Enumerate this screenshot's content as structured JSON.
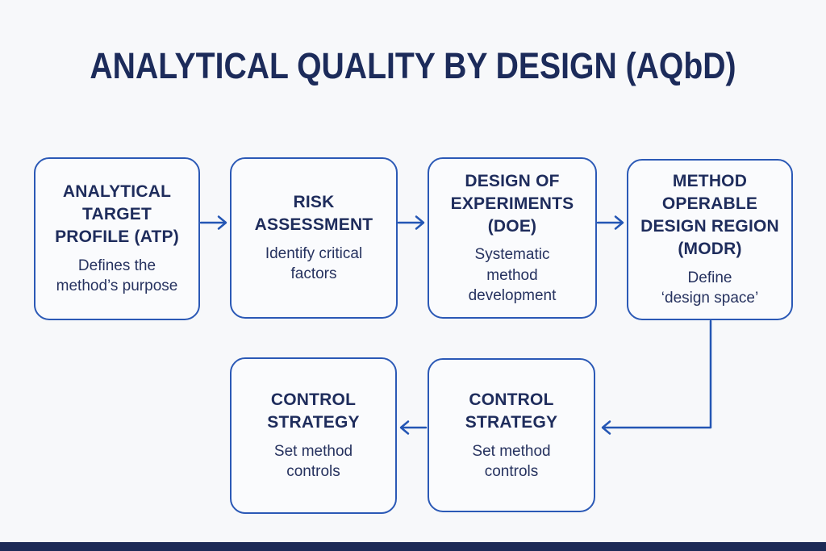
{
  "title": "ANALYTICAL QUALITY BY DESIGN (AQbD)",
  "colors": {
    "background": "#f7f8fa",
    "box_border": "#2b59b6",
    "arrow": "#2456b4",
    "heading_text": "#1e2c5c",
    "body_text": "#26325f",
    "title_text": "#1c2b5a",
    "footer_bar": "#1d2a56"
  },
  "boxes": [
    {
      "id": "atp",
      "heading_lines": [
        "ANALYTICAL",
        "TARGET",
        "PROFILE (ATP)"
      ],
      "description_lines": [
        "Defines the",
        "method’s purpose"
      ]
    },
    {
      "id": "risk-assessment",
      "heading_lines": [
        "RISK",
        "ASSESSMENT"
      ],
      "description_lines": [
        "Identify critical",
        "factors"
      ]
    },
    {
      "id": "doe",
      "heading_lines": [
        "DESIGN OF",
        "EXPERIMENTS",
        "(DOE)"
      ],
      "description_lines": [
        "Systematic",
        "method",
        "development"
      ]
    },
    {
      "id": "modr",
      "heading_lines": [
        "METHOD",
        "OPERABLE",
        "DESIGN REGION",
        "(MODR)"
      ],
      "description_lines": [
        "Define",
        "‘design space’"
      ]
    },
    {
      "id": "control-strategy-left",
      "heading_lines": [
        "CONTROL",
        "STRATEGY"
      ],
      "description_lines": [
        "Set method",
        "controls"
      ]
    },
    {
      "id": "control-strategy-right",
      "heading_lines": [
        "CONTROL",
        "STRATEGY"
      ],
      "description_lines": [
        "Set method",
        "controls"
      ]
    }
  ]
}
